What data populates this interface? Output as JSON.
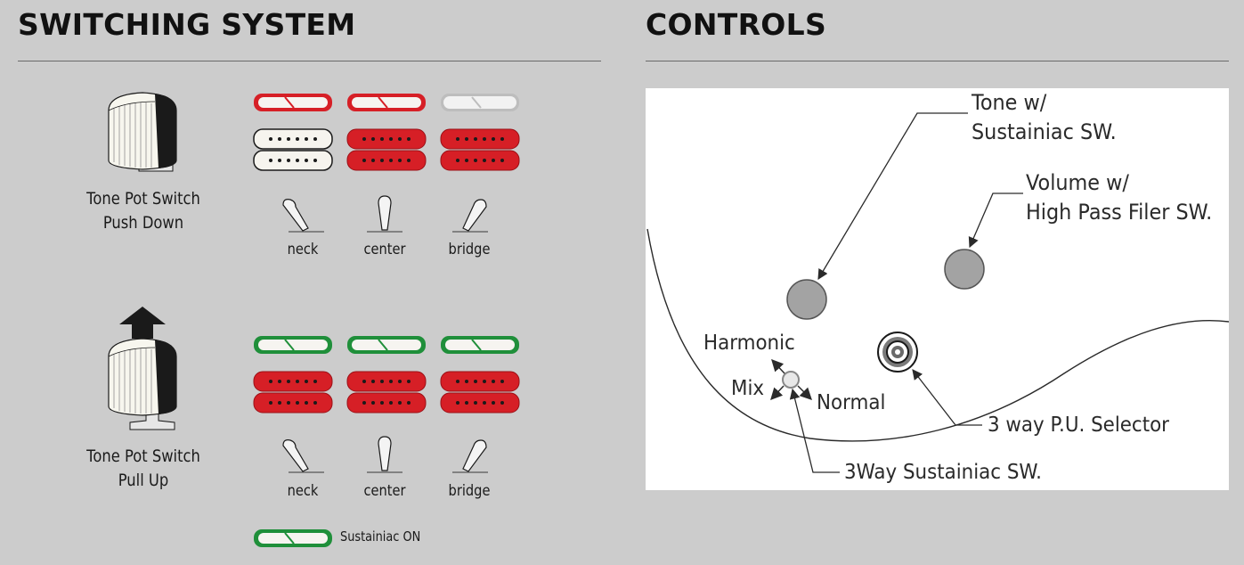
{
  "switching": {
    "title": "SWITCHING SYSTEM",
    "push": {
      "line1": "Tone Pot Switch",
      "line2": "Push Down"
    },
    "pull": {
      "line1": "Tone Pot Switch",
      "line2": "Pull Up"
    },
    "positions": [
      "neck",
      "center",
      "bridge"
    ],
    "legend": "Sustainiac ON"
  },
  "controls": {
    "title": "CONTROLS",
    "tone": {
      "line1": "Tone w/",
      "line2": "Sustainiac SW."
    },
    "volume": {
      "line1": "Volume w/",
      "line2": "High Pass Filer SW."
    },
    "harmonic": "Harmonic",
    "mix": "Mix",
    "normal": "Normal",
    "selector": "3 way P.U. Selector",
    "sustainiac_switch": "3Way Sustainiac SW."
  },
  "colors": {
    "red": "#d61f26",
    "green": "#1f8f3a",
    "cream": "#f4f1e8",
    "knob": "#a3a3a3"
  }
}
